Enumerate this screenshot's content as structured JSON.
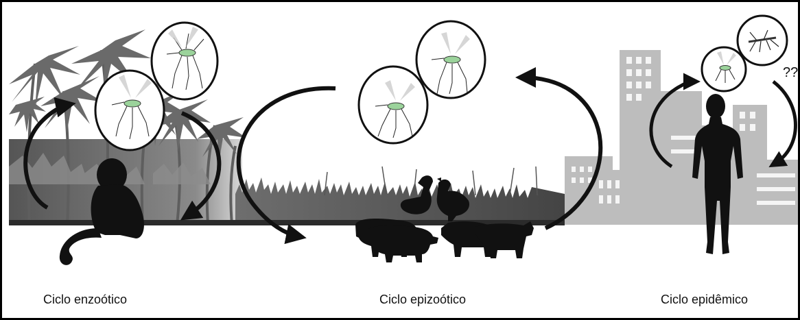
{
  "captions": {
    "enzootic": "Ciclo enzoótico",
    "epizootic": "Ciclo epizoótico",
    "epidemic": "Ciclo epidêmico"
  },
  "question_mark": "??",
  "colors": {
    "silhouette": "#111111",
    "jungle": "#7a7a7a",
    "city": "#b8b8b8",
    "ground": "#2b2b2b"
  }
}
